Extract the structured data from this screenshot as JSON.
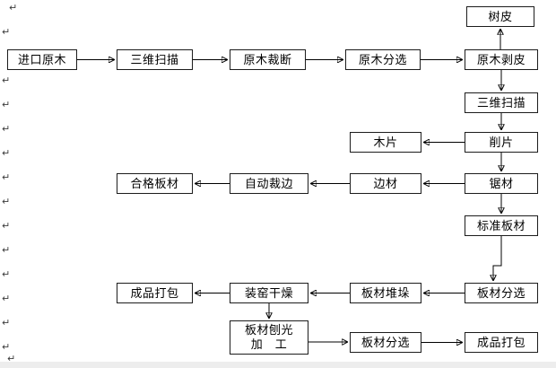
{
  "colors": {
    "background": "#ffffff",
    "line": "#000000",
    "box_border": "#1c1c1c"
  },
  "paragraph_mark": "↵",
  "nodes": {
    "bark": "树皮",
    "imported_logs": "进口原木",
    "scan3d_1": "三维扫描",
    "log_cutting": "原木裁断",
    "log_sorting": "原木分选",
    "log_debarking": "原木剥皮",
    "scan3d_2": "三维扫描",
    "chipping": "削片",
    "wood_chips": "木片",
    "sawing": "锯材",
    "edge_material": "边材",
    "auto_trimming": "自动裁边",
    "qualified_boards": "合格板材",
    "standard_boards": "标准板材",
    "board_sorting_1": "板材分选",
    "board_stacking": "板材堆垛",
    "kiln_drying": "装窑干燥",
    "product_packing_1": "成品打包",
    "planing_line1": "板材刨光",
    "planing_line2": "加　工",
    "board_sorting_2": "板材分选",
    "product_packing_2": "成品打包"
  }
}
